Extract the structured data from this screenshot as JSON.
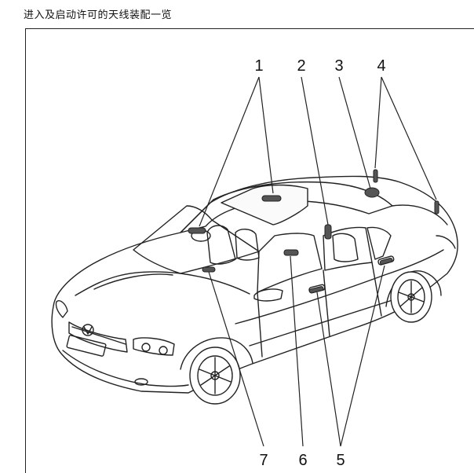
{
  "caption": "进入及启动许可的天线装配一览",
  "callouts": {
    "top": [
      "1",
      "2",
      "3",
      "4"
    ],
    "bottom": [
      "7",
      "6",
      "5"
    ]
  },
  "icons": {
    "vehicle": "sedan-line-drawing"
  }
}
